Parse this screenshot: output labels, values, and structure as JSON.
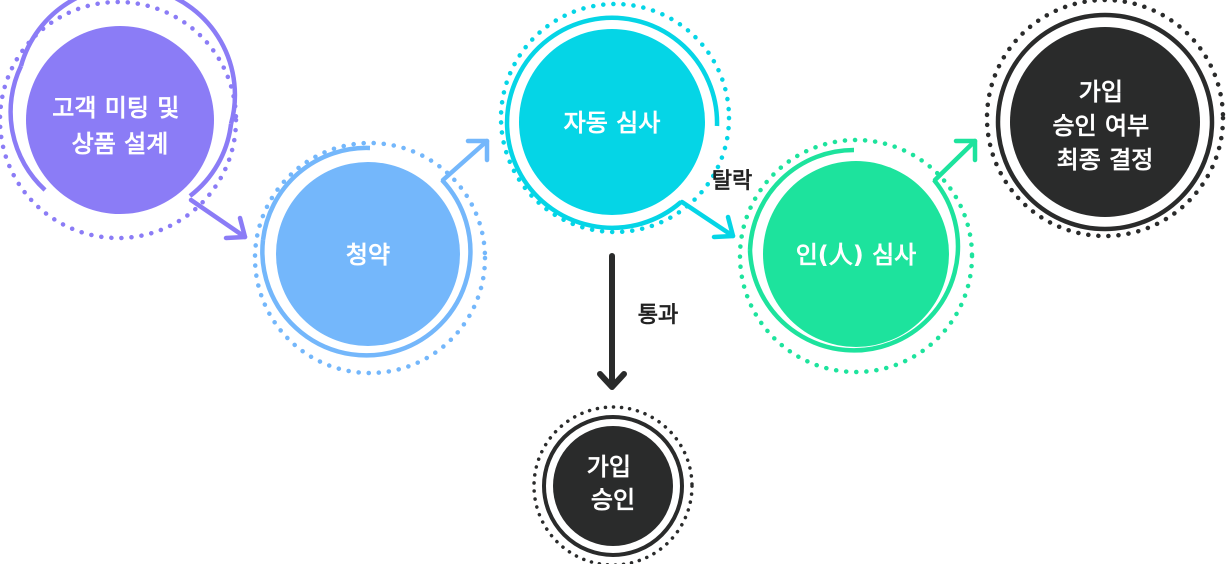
{
  "colors": {
    "purple": "#8b7cf6",
    "blue": "#74b7fb",
    "cyan": "#05d5e6",
    "green": "#1de39d",
    "dark": "#2a2b2b",
    "edge_label": "#222222"
  },
  "steps": {
    "consult": {
      "lines": [
        "고객 미팅 및",
        "상품 설계"
      ]
    },
    "apply": {
      "lines": [
        "청약"
      ]
    },
    "auto": {
      "lines": [
        "자동 심사"
      ]
    },
    "manual": {
      "lines": [
        "인(人) 심사"
      ]
    },
    "approved": {
      "lines": [
        "가입",
        "승인"
      ]
    },
    "final": {
      "lines": [
        "가입",
        "승인 여부",
        "최종 결정"
      ]
    }
  },
  "edges": {
    "fail": "탈락",
    "pass": "통과"
  }
}
